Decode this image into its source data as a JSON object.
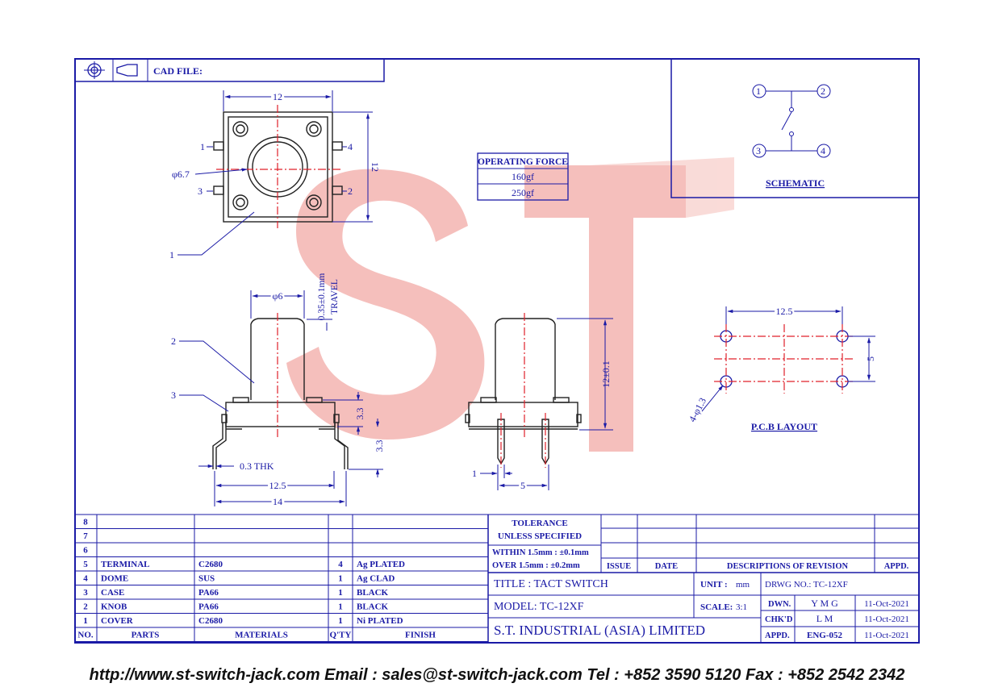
{
  "header": {
    "cad_file_label": "CAD FILE:"
  },
  "watermark": {
    "text": "ST"
  },
  "top_view": {
    "width_dim": "12",
    "height_dim": "12",
    "knob_dia": "φ6.7",
    "pin_labels": [
      "1",
      "4",
      "3",
      "2"
    ],
    "body_callout": "1"
  },
  "operating_force": {
    "header": "OPERATING FORCE",
    "rows": [
      "160gf",
      "250gf"
    ]
  },
  "schematic": {
    "title": "SCHEMATIC",
    "pins": [
      "1",
      "2",
      "3",
      "4"
    ]
  },
  "side_view": {
    "knob_dia": "φ6",
    "travel": "0.35±0.1mm",
    "travel_label": "TRAVEL",
    "callout_2": "2",
    "callout_3": "3",
    "dim_body_h": "3.3",
    "dim_leg_h": "3.3",
    "thk": "0.3 THK",
    "width_12_5": "12.5",
    "width_14": "14"
  },
  "front_view": {
    "height": "12±0.1",
    "pin_w": "1",
    "pitch": "5"
  },
  "pcb_layout": {
    "title": "P.C.B LAYOUT",
    "width": "12.5",
    "height": "5",
    "holes": "4-φ1.3"
  },
  "bom": {
    "rows": [
      {
        "no": "8",
        "part": "",
        "material": "",
        "qty": "",
        "finish": ""
      },
      {
        "no": "7",
        "part": "",
        "material": "",
        "qty": "",
        "finish": ""
      },
      {
        "no": "6",
        "part": "",
        "material": "",
        "qty": "",
        "finish": ""
      },
      {
        "no": "5",
        "part": "TERMINAL",
        "material": "C2680",
        "qty": "4",
        "finish": "Ag PLATED"
      },
      {
        "no": "4",
        "part": "DOME",
        "material": "SUS",
        "qty": "1",
        "finish": "Ag CLAD"
      },
      {
        "no": "3",
        "part": "CASE",
        "material": "PA66",
        "qty": "1",
        "finish": "BLACK"
      },
      {
        "no": "2",
        "part": "KNOB",
        "material": "PA66",
        "qty": "1",
        "finish": "BLACK"
      },
      {
        "no": "1",
        "part": "COVER",
        "material": "C2680",
        "qty": "1",
        "finish": "Ni PLATED"
      }
    ],
    "headers": {
      "no": "NO.",
      "part": "PARTS",
      "material": "MATERIALS",
      "qty": "Q'TY",
      "finish": "FINISH"
    }
  },
  "tolerance": {
    "title": "TOLERANCE",
    "subtitle": "UNLESS  SPECIFIED",
    "line1": "WITHIN 1.5mm : ±0.1mm",
    "line2": "OVER 1.5mm : ±0.2mm"
  },
  "revision": {
    "issue": "ISSUE",
    "date": "DATE",
    "desc": "DESCRIPTIONS  OF  REVISION",
    "appd": "APPD."
  },
  "title_block": {
    "title": "TITLE : TACT SWITCH",
    "model": "MODEL: TC-12XF",
    "company": "S.T.  INDUSTRIAL  (ASIA)  LIMITED",
    "unit_label": "UNIT :",
    "unit": "mm",
    "scale_label": "SCALE:",
    "scale": "3:1",
    "drwg_no": "DRWG NO.: TC-12XF",
    "dwn_label": "DWN.",
    "dwn": "Y M G",
    "dwn_date": "11-Oct-2021",
    "chkd_label": "CHK'D",
    "chkd": "L M",
    "chkd_date": "11-Oct-2021",
    "appd_label": "APPD.",
    "appd": "ENG-052",
    "appd_date": "11-Oct-2021"
  },
  "footer": {
    "text": "http://www.st-switch-jack.com  Email : sales@st-switch-jack.com  Tel : +852 3590 5120  Fax : +852 2542 2342"
  },
  "colors": {
    "line": "#1a1aa6",
    "center": "#e0202a",
    "watermark": "#f0a8a4"
  }
}
